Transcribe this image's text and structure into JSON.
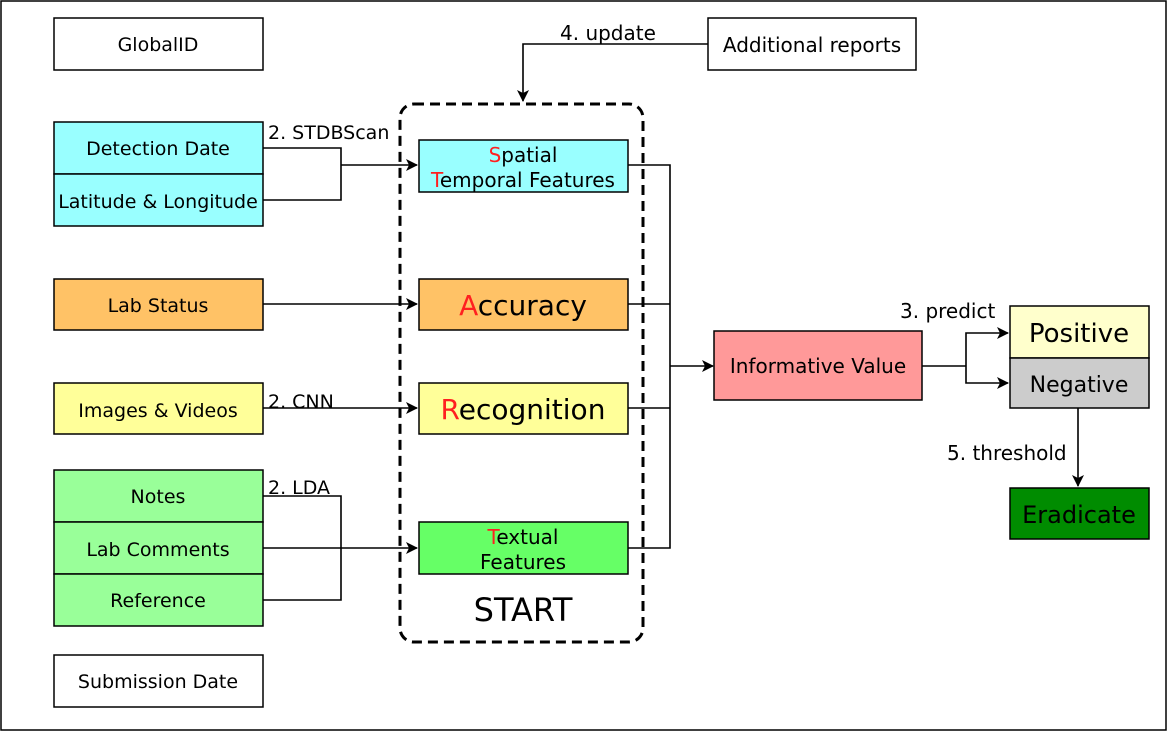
{
  "inputs": {
    "global_id": "GlobalID",
    "detection_date": "Detection Date",
    "lat_long": "Latitude & Longitude",
    "lab_status": "Lab Status",
    "images_videos": "Images & Videos",
    "notes": "Notes",
    "lab_comments": "Lab Comments",
    "reference": "Reference",
    "submission_date": "Submission Date"
  },
  "edges": {
    "stdbscan": "2. STDBScan",
    "cnn": "2. CNN",
    "lda": "2.  LDA",
    "update": "4. update",
    "predict": "3. predict",
    "threshold": "5. threshold"
  },
  "features": {
    "spatial_first": "S",
    "spatial_rest": "patial",
    "temporal_first": "T",
    "temporal_rest": "emporal Features",
    "accuracy_first": "A",
    "accuracy_rest": "ccuracy",
    "recognition_first": "R",
    "recognition_rest": "ecognition",
    "textual_first": "T",
    "textual_rest": "extual",
    "textual_line2": "Features",
    "group_label": "START"
  },
  "outputs": {
    "additional_reports": "Additional reports",
    "informative_value": "Informative Value",
    "positive": "Positive",
    "negative": "Negative",
    "eradicate": "Eradicate"
  },
  "colors": {
    "cyan": "#99ffff",
    "orange": "#ffc266",
    "yellow": "#ffff99",
    "green": "#99ff99",
    "textual_green": "#66ff66",
    "pink": "#ff9999",
    "cream": "#ffffcc",
    "gray": "#cccccc",
    "dark_green": "#008c00",
    "accent_red": "#ff2020"
  }
}
